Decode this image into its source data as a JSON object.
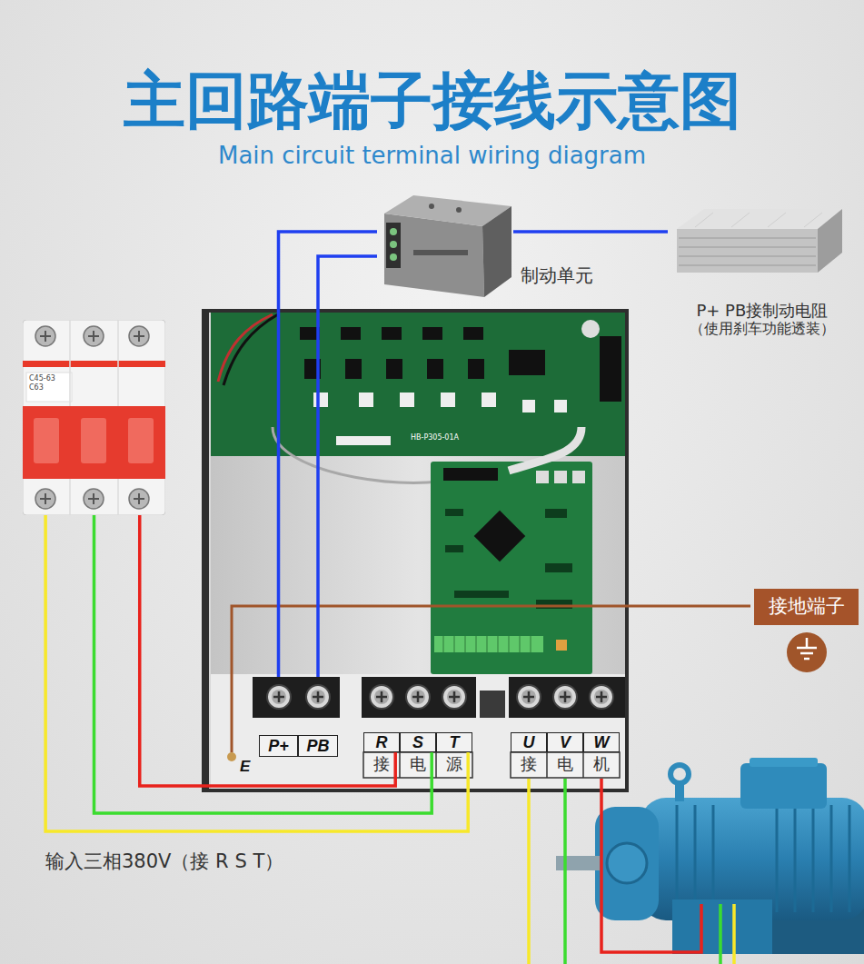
{
  "diagram": {
    "title": "主回路端子接线示意图",
    "nodes": [
      {
        "text": [
          "制动单元"
        ]
      },
      {
        "text": [
          "P+ PB接制动电阻",
          "（使用刹车功能透装）"
        ]
      },
      {
        "text": [
          "C45-63",
          "C63"
        ]
      },
      {
        "text": [
          "P+"
        ]
      },
      {
        "text": [
          "PB"
        ]
      },
      {
        "text": [
          "R"
        ]
      },
      {
        "text": [
          "S"
        ]
      },
      {
        "text": [
          "T"
        ]
      },
      {
        "text": [
          "U"
        ]
      },
      {
        "text": [
          "V"
        ]
      },
      {
        "text": [
          "W"
        ]
      },
      {
        "text": [
          "接地端子"
        ]
      }
    ],
    "edges": [
      {
        "from": 0,
        "to": 3,
        "arrow": "none"
      },
      {
        "from": 0,
        "to": 4,
        "arrow": "none"
      },
      {
        "from": 0,
        "to": 1,
        "arrow": "none"
      },
      {
        "from": 2,
        "to": 5,
        "arrow": "none"
      },
      {
        "from": 2,
        "to": 6,
        "arrow": "none"
      },
      {
        "from": 2,
        "to": 7,
        "arrow": "none"
      }
    ],
    "labels": [
      "Main circuit terminal wiring diagram",
      "HB-P305-01A",
      "E",
      "接",
      "电",
      "源",
      "接",
      "电",
      "机",
      "输入三相380V（接 R S T）"
    ]
  }
}
